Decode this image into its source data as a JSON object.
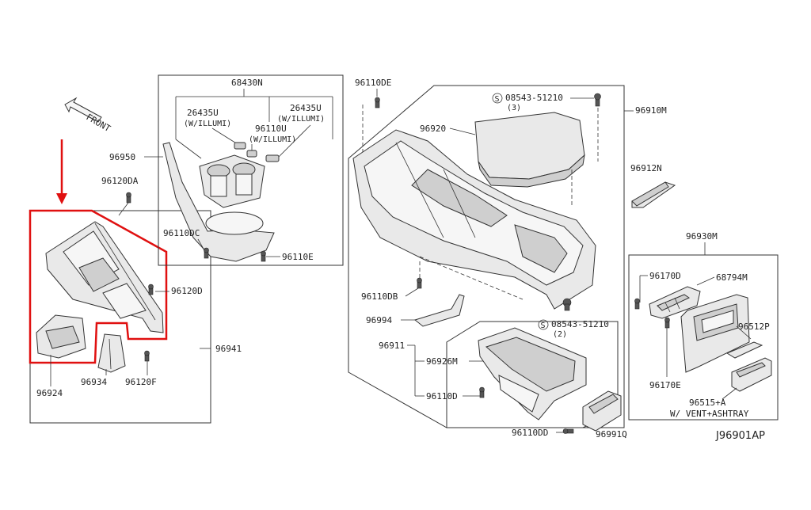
{
  "diagram_code": "J96901AP",
  "front_label": "FRONT",
  "highlight_color": "#e01010",
  "parts": {
    "p68430N": "68430N",
    "p26435U_left": "26435U",
    "p26435U_left_note": "(W/ILLUMI)",
    "p26435U_right": "26435U",
    "p26435U_right_note": "(W/ILLUMI)",
    "p96110U": "96110U",
    "p96110U_note": "(W/ILLUMI)",
    "p96950": "96950",
    "p96120DA": "96120DA",
    "p96110DC": "96110DC",
    "p96110E": "96110E",
    "p96120D": "96120D",
    "p96941": "96941",
    "p96924": "96924",
    "p96934": "96934",
    "p96120F": "96120F",
    "p96110DE": "96110DE",
    "p08543_top": "08543-51210",
    "p08543_top_qty": "(3)",
    "p96910M": "96910M",
    "p96920": "96920",
    "p96912N": "96912N",
    "p96930M": "96930M",
    "p96170D": "96170D",
    "p68794M": "68794M",
    "p96110DB": "96110DB",
    "p96994": "96994",
    "p08543_bot": "08543-51210",
    "p08543_bot_qty": "(2)",
    "p96911": "96911",
    "p96926M": "96926M",
    "p96110D": "96110D",
    "p96512P": "96512P",
    "p96170E": "96170E",
    "p96515A": "96515+A",
    "p96515A_note": "W/ VENT+ASHTRAY",
    "p96110DD": "96110DD",
    "p96991Q": "96991Q",
    "screw_symbol": "S"
  }
}
